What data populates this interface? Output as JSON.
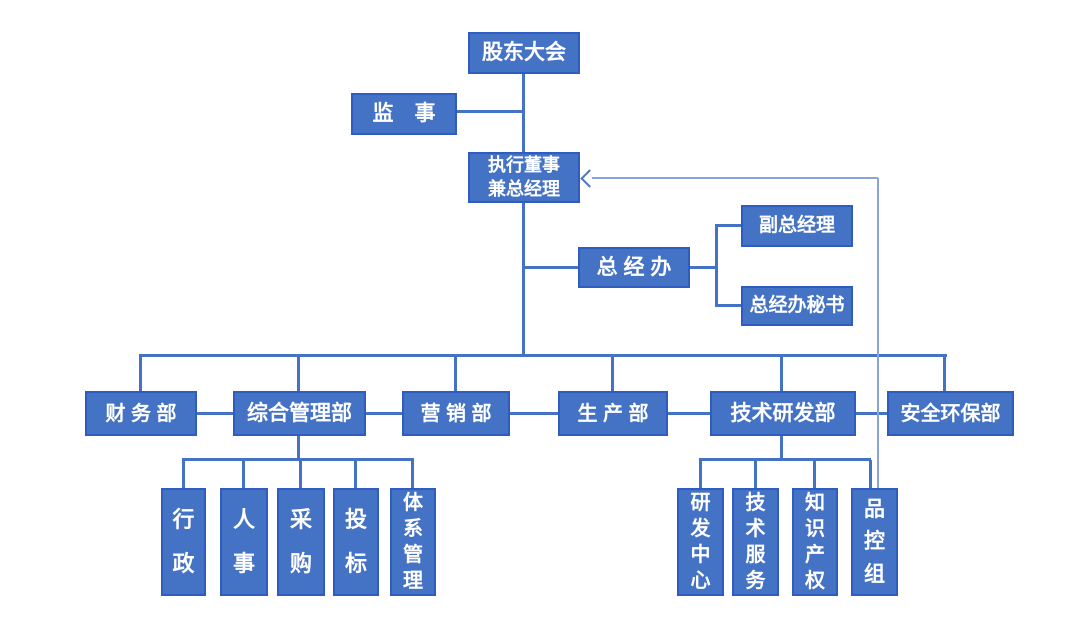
{
  "diagram": {
    "type": "org-chart",
    "colors": {
      "node_fill": "#4472C4",
      "node_border": "#2e5cc0",
      "connector": "#4472C4",
      "feedback_line": "#8aa2da",
      "text": "#ffffff",
      "background": "#ffffff"
    },
    "nodes": {
      "shareholders_meeting": {
        "label": "股东大会"
      },
      "supervisor": {
        "label": "监　事"
      },
      "executive_director_gm": {
        "label_line1": "执行董事",
        "label_line2": "兼总经理"
      },
      "gm_office": {
        "label": "总 经 办"
      },
      "deputy_gm": {
        "label": "副总经理"
      },
      "gm_office_secretary": {
        "label": "总经办秘书"
      },
      "finance_dept": {
        "label": "财 务 部"
      },
      "general_mgmt_dept": {
        "label": "综合管理部"
      },
      "marketing_dept": {
        "label": "营 销 部"
      },
      "production_dept": {
        "label": "生 产 部"
      },
      "tech_rd_dept": {
        "label": "技术研发部"
      },
      "safety_env_dept": {
        "label": "安全环保部"
      },
      "admin": {
        "label": "行政"
      },
      "hr": {
        "label": "人事"
      },
      "procurement": {
        "label": "采购"
      },
      "bidding": {
        "label": "投标"
      },
      "system_mgmt": {
        "label": "体系管理"
      },
      "rd_center": {
        "label": "研发中心"
      },
      "tech_service": {
        "label": "技术服务"
      },
      "intellectual_property": {
        "label": "知识产权"
      },
      "quality_control": {
        "label": "品控组"
      }
    },
    "edges": [
      {
        "from": "shareholders_meeting",
        "to": "executive_director_gm",
        "style": "solid"
      },
      {
        "from": "supervisor",
        "to": "executive_director_gm",
        "style": "solid"
      },
      {
        "from": "executive_director_gm",
        "to": "gm_office",
        "style": "solid"
      },
      {
        "from": "gm_office",
        "to": "deputy_gm",
        "style": "solid"
      },
      {
        "from": "gm_office",
        "to": "gm_office_secretary",
        "style": "solid"
      },
      {
        "from": "executive_director_gm",
        "to": "finance_dept",
        "style": "solid"
      },
      {
        "from": "executive_director_gm",
        "to": "general_mgmt_dept",
        "style": "solid"
      },
      {
        "from": "executive_director_gm",
        "to": "marketing_dept",
        "style": "solid"
      },
      {
        "from": "executive_director_gm",
        "to": "production_dept",
        "style": "solid"
      },
      {
        "from": "executive_director_gm",
        "to": "tech_rd_dept",
        "style": "solid"
      },
      {
        "from": "executive_director_gm",
        "to": "safety_env_dept",
        "style": "solid"
      },
      {
        "from": "general_mgmt_dept",
        "to": "admin",
        "style": "solid"
      },
      {
        "from": "general_mgmt_dept",
        "to": "hr",
        "style": "solid"
      },
      {
        "from": "general_mgmt_dept",
        "to": "procurement",
        "style": "solid"
      },
      {
        "from": "general_mgmt_dept",
        "to": "bidding",
        "style": "solid"
      },
      {
        "from": "general_mgmt_dept",
        "to": "system_mgmt",
        "style": "solid"
      },
      {
        "from": "tech_rd_dept",
        "to": "rd_center",
        "style": "solid"
      },
      {
        "from": "tech_rd_dept",
        "to": "tech_service",
        "style": "solid"
      },
      {
        "from": "tech_rd_dept",
        "to": "intellectual_property",
        "style": "solid"
      },
      {
        "from": "tech_rd_dept",
        "to": "quality_control",
        "style": "solid"
      },
      {
        "from": "quality_control",
        "to": "executive_director_gm",
        "style": "thin-arrow"
      }
    ]
  }
}
